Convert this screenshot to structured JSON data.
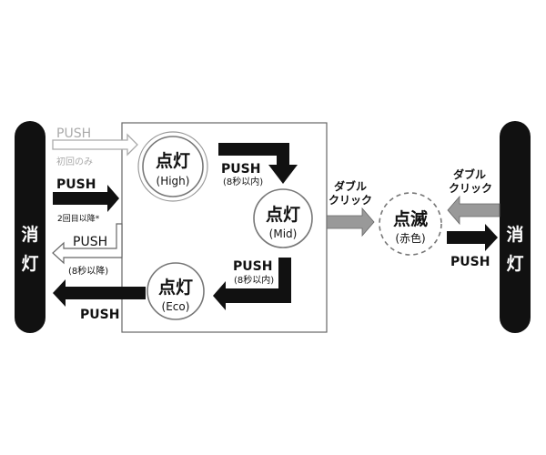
{
  "left_off": {
    "label": "消灯"
  },
  "right_off": {
    "label": "消灯"
  },
  "states": {
    "high": {
      "main": "点灯",
      "sub": "(High)"
    },
    "mid": {
      "main": "点灯",
      "sub": "(Mid)"
    },
    "eco": {
      "main": "点灯",
      "sub": "(Eco)"
    },
    "blink": {
      "main": "点滅",
      "sub": "(赤色)"
    }
  },
  "arrows": {
    "first_push": {
      "label": "PUSH",
      "note": "初回のみ"
    },
    "repeat_push": {
      "label": "PUSH",
      "note": "2回目以降*"
    },
    "off_push": {
      "label": "PUSH",
      "note": "(8秒以降)"
    },
    "high_to_mid": {
      "label": "PUSH",
      "note": "(8秒以内)"
    },
    "mid_to_eco": {
      "label": "PUSH",
      "note": "(8秒以内)"
    },
    "eco_to_off": {
      "label": "PUSH"
    },
    "double_click_in": {
      "line1": "ダブル",
      "line2": "クリック"
    },
    "double_click_out": {
      "line1": "ダブル",
      "line2": "クリック"
    },
    "right_push": {
      "label": "PUSH"
    }
  }
}
